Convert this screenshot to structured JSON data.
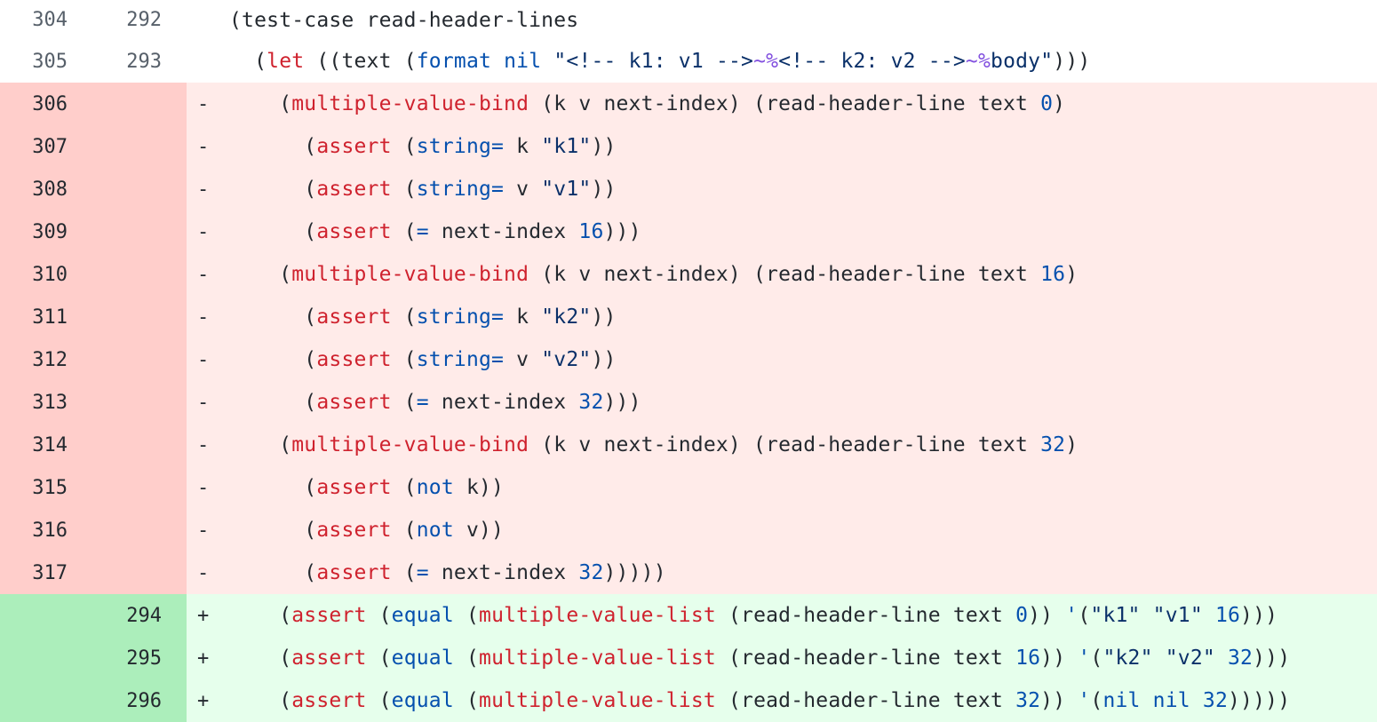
{
  "colors": {
    "deletion_bg": "#ffebe9",
    "deletion_gutter": "#ffcecb",
    "addition_bg": "#e6ffec",
    "addition_gutter": "#aceebb",
    "keyword": "#cf222e",
    "function": "#0550ae",
    "string": "#0a3069",
    "escape": "#8250df"
  },
  "rows": [
    {
      "type": "context",
      "old": "304",
      "new": "292",
      "marker": "",
      "tokens": [
        {
          "t": "(test-case read-header-lines",
          "c": "txt"
        }
      ]
    },
    {
      "type": "context",
      "old": "305",
      "new": "293",
      "marker": "",
      "tokens": [
        {
          "t": "  (",
          "c": "txt"
        },
        {
          "t": "let",
          "c": "kw"
        },
        {
          "t": " ((text (",
          "c": "txt"
        },
        {
          "t": "format",
          "c": "fn"
        },
        {
          "t": " ",
          "c": "txt"
        },
        {
          "t": "nil",
          "c": "fn"
        },
        {
          "t": " ",
          "c": "txt"
        },
        {
          "t": "\"<!-- k1: v1 -->",
          "c": "str"
        },
        {
          "t": "~%",
          "c": "esc"
        },
        {
          "t": "<!-- k2: v2 -->",
          "c": "str"
        },
        {
          "t": "~%",
          "c": "esc"
        },
        {
          "t": "body\"",
          "c": "str"
        },
        {
          "t": ")))",
          "c": "txt"
        }
      ]
    },
    {
      "type": "deletion",
      "old": "306",
      "new": "",
      "marker": "-",
      "tokens": [
        {
          "t": "    (",
          "c": "txt"
        },
        {
          "t": "multiple-value-bind",
          "c": "kw"
        },
        {
          "t": " (k v next-index) (read-header-line text ",
          "c": "txt"
        },
        {
          "t": "0",
          "c": "num"
        },
        {
          "t": ")",
          "c": "txt"
        }
      ]
    },
    {
      "type": "deletion",
      "old": "307",
      "new": "",
      "marker": "-",
      "tokens": [
        {
          "t": "      (",
          "c": "txt"
        },
        {
          "t": "assert",
          "c": "kw"
        },
        {
          "t": " (",
          "c": "txt"
        },
        {
          "t": "string=",
          "c": "fn"
        },
        {
          "t": " k ",
          "c": "txt"
        },
        {
          "t": "\"k1\"",
          "c": "str"
        },
        {
          "t": "))",
          "c": "txt"
        }
      ]
    },
    {
      "type": "deletion",
      "old": "308",
      "new": "",
      "marker": "-",
      "tokens": [
        {
          "t": "      (",
          "c": "txt"
        },
        {
          "t": "assert",
          "c": "kw"
        },
        {
          "t": " (",
          "c": "txt"
        },
        {
          "t": "string=",
          "c": "fn"
        },
        {
          "t": " v ",
          "c": "txt"
        },
        {
          "t": "\"v1\"",
          "c": "str"
        },
        {
          "t": "))",
          "c": "txt"
        }
      ]
    },
    {
      "type": "deletion",
      "old": "309",
      "new": "",
      "marker": "-",
      "tokens": [
        {
          "t": "      (",
          "c": "txt"
        },
        {
          "t": "assert",
          "c": "kw"
        },
        {
          "t": " (",
          "c": "txt"
        },
        {
          "t": "=",
          "c": "fn"
        },
        {
          "t": " next-index ",
          "c": "txt"
        },
        {
          "t": "16",
          "c": "num"
        },
        {
          "t": ")))",
          "c": "txt"
        }
      ]
    },
    {
      "type": "deletion",
      "old": "310",
      "new": "",
      "marker": "-",
      "tokens": [
        {
          "t": "    (",
          "c": "txt"
        },
        {
          "t": "multiple-value-bind",
          "c": "kw"
        },
        {
          "t": " (k v next-index) (read-header-line text ",
          "c": "txt"
        },
        {
          "t": "16",
          "c": "num"
        },
        {
          "t": ")",
          "c": "txt"
        }
      ]
    },
    {
      "type": "deletion",
      "old": "311",
      "new": "",
      "marker": "-",
      "tokens": [
        {
          "t": "      (",
          "c": "txt"
        },
        {
          "t": "assert",
          "c": "kw"
        },
        {
          "t": " (",
          "c": "txt"
        },
        {
          "t": "string=",
          "c": "fn"
        },
        {
          "t": " k ",
          "c": "txt"
        },
        {
          "t": "\"k2\"",
          "c": "str"
        },
        {
          "t": "))",
          "c": "txt"
        }
      ]
    },
    {
      "type": "deletion",
      "old": "312",
      "new": "",
      "marker": "-",
      "tokens": [
        {
          "t": "      (",
          "c": "txt"
        },
        {
          "t": "assert",
          "c": "kw"
        },
        {
          "t": " (",
          "c": "txt"
        },
        {
          "t": "string=",
          "c": "fn"
        },
        {
          "t": " v ",
          "c": "txt"
        },
        {
          "t": "\"v2\"",
          "c": "str"
        },
        {
          "t": "))",
          "c": "txt"
        }
      ]
    },
    {
      "type": "deletion",
      "old": "313",
      "new": "",
      "marker": "-",
      "tokens": [
        {
          "t": "      (",
          "c": "txt"
        },
        {
          "t": "assert",
          "c": "kw"
        },
        {
          "t": " (",
          "c": "txt"
        },
        {
          "t": "=",
          "c": "fn"
        },
        {
          "t": " next-index ",
          "c": "txt"
        },
        {
          "t": "32",
          "c": "num"
        },
        {
          "t": ")))",
          "c": "txt"
        }
      ]
    },
    {
      "type": "deletion",
      "old": "314",
      "new": "",
      "marker": "-",
      "tokens": [
        {
          "t": "    (",
          "c": "txt"
        },
        {
          "t": "multiple-value-bind",
          "c": "kw"
        },
        {
          "t": " (k v next-index) (read-header-line text ",
          "c": "txt"
        },
        {
          "t": "32",
          "c": "num"
        },
        {
          "t": ")",
          "c": "txt"
        }
      ]
    },
    {
      "type": "deletion",
      "old": "315",
      "new": "",
      "marker": "-",
      "tokens": [
        {
          "t": "      (",
          "c": "txt"
        },
        {
          "t": "assert",
          "c": "kw"
        },
        {
          "t": " (",
          "c": "txt"
        },
        {
          "t": "not",
          "c": "fn"
        },
        {
          "t": " k))",
          "c": "txt"
        }
      ]
    },
    {
      "type": "deletion",
      "old": "316",
      "new": "",
      "marker": "-",
      "tokens": [
        {
          "t": "      (",
          "c": "txt"
        },
        {
          "t": "assert",
          "c": "kw"
        },
        {
          "t": " (",
          "c": "txt"
        },
        {
          "t": "not",
          "c": "fn"
        },
        {
          "t": " v))",
          "c": "txt"
        }
      ]
    },
    {
      "type": "deletion",
      "old": "317",
      "new": "",
      "marker": "-",
      "tokens": [
        {
          "t": "      (",
          "c": "txt"
        },
        {
          "t": "assert",
          "c": "kw"
        },
        {
          "t": " (",
          "c": "txt"
        },
        {
          "t": "=",
          "c": "fn"
        },
        {
          "t": " next-index ",
          "c": "txt"
        },
        {
          "t": "32",
          "c": "num"
        },
        {
          "t": ")))))",
          "c": "txt"
        }
      ]
    },
    {
      "type": "addition",
      "old": "",
      "new": "294",
      "marker": "+",
      "tokens": [
        {
          "t": "    (",
          "c": "txt"
        },
        {
          "t": "assert",
          "c": "kw"
        },
        {
          "t": " (",
          "c": "txt"
        },
        {
          "t": "equal",
          "c": "fn"
        },
        {
          "t": " (",
          "c": "txt"
        },
        {
          "t": "multiple-value-list",
          "c": "kw"
        },
        {
          "t": " (read-header-line text ",
          "c": "txt"
        },
        {
          "t": "0",
          "c": "num"
        },
        {
          "t": ")) ",
          "c": "txt"
        },
        {
          "t": "'",
          "c": "fn"
        },
        {
          "t": "(",
          "c": "txt"
        },
        {
          "t": "\"k1\"",
          "c": "str"
        },
        {
          "t": " ",
          "c": "txt"
        },
        {
          "t": "\"v1\"",
          "c": "str"
        },
        {
          "t": " ",
          "c": "txt"
        },
        {
          "t": "16",
          "c": "num"
        },
        {
          "t": ")))",
          "c": "txt"
        }
      ]
    },
    {
      "type": "addition",
      "old": "",
      "new": "295",
      "marker": "+",
      "tokens": [
        {
          "t": "    (",
          "c": "txt"
        },
        {
          "t": "assert",
          "c": "kw"
        },
        {
          "t": " (",
          "c": "txt"
        },
        {
          "t": "equal",
          "c": "fn"
        },
        {
          "t": " (",
          "c": "txt"
        },
        {
          "t": "multiple-value-list",
          "c": "kw"
        },
        {
          "t": " (read-header-line text ",
          "c": "txt"
        },
        {
          "t": "16",
          "c": "num"
        },
        {
          "t": ")) ",
          "c": "txt"
        },
        {
          "t": "'",
          "c": "fn"
        },
        {
          "t": "(",
          "c": "txt"
        },
        {
          "t": "\"k2\"",
          "c": "str"
        },
        {
          "t": " ",
          "c": "txt"
        },
        {
          "t": "\"v2\"",
          "c": "str"
        },
        {
          "t": " ",
          "c": "txt"
        },
        {
          "t": "32",
          "c": "num"
        },
        {
          "t": ")))",
          "c": "txt"
        }
      ]
    },
    {
      "type": "addition",
      "old": "",
      "new": "296",
      "marker": "+",
      "tokens": [
        {
          "t": "    (",
          "c": "txt"
        },
        {
          "t": "assert",
          "c": "kw"
        },
        {
          "t": " (",
          "c": "txt"
        },
        {
          "t": "equal",
          "c": "fn"
        },
        {
          "t": " (",
          "c": "txt"
        },
        {
          "t": "multiple-value-list",
          "c": "kw"
        },
        {
          "t": " (read-header-line text ",
          "c": "txt"
        },
        {
          "t": "32",
          "c": "num"
        },
        {
          "t": ")) ",
          "c": "txt"
        },
        {
          "t": "'",
          "c": "fn"
        },
        {
          "t": "(",
          "c": "txt"
        },
        {
          "t": "nil",
          "c": "fn"
        },
        {
          "t": " ",
          "c": "txt"
        },
        {
          "t": "nil",
          "c": "fn"
        },
        {
          "t": " ",
          "c": "txt"
        },
        {
          "t": "32",
          "c": "num"
        },
        {
          "t": ")))))",
          "c": "txt"
        }
      ]
    }
  ]
}
